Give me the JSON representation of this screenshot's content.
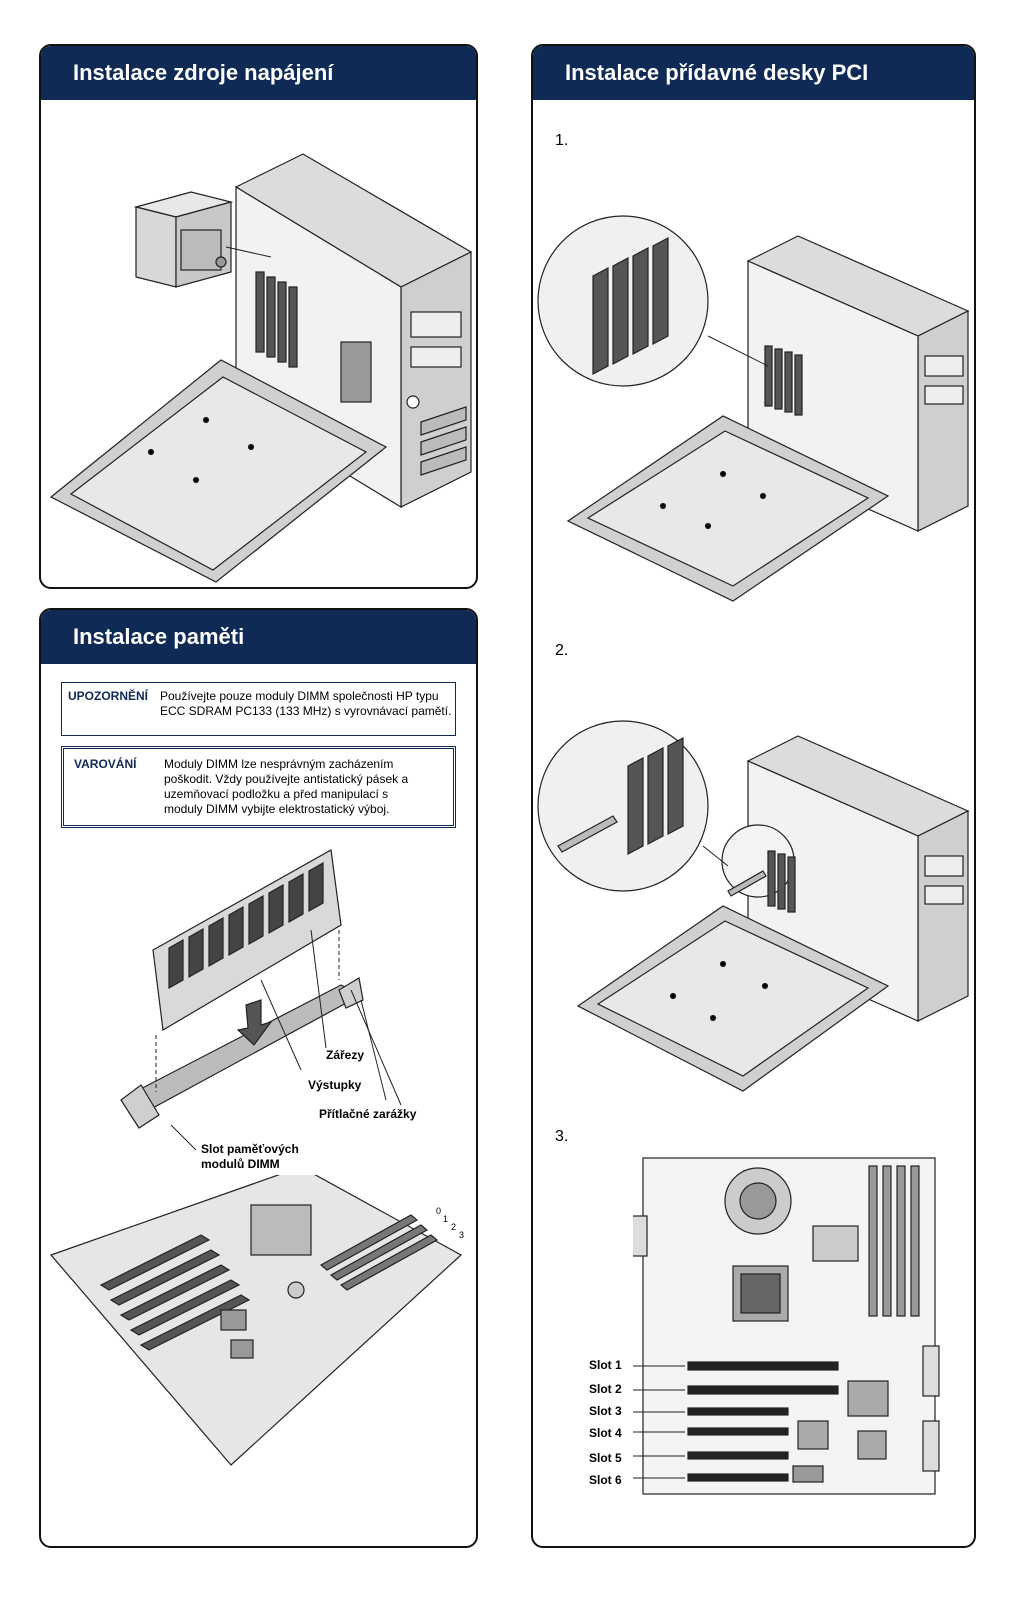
{
  "panels": {
    "psu": {
      "title": "Instalace zdroje napájení"
    },
    "memory": {
      "title": "Instalace paměti",
      "caution": {
        "label": "UPOZORNĚNÍ",
        "text": "Používejte pouze moduly DIMM společnosti HP typu ECC SDRAM PC133 (133 MHz) s vyrovnávací pamětí."
      },
      "warning": {
        "label": "VAROVÁNÍ",
        "text": "Moduly DIMM lze nesprávným zacházením poškodit. Vždy používejte antistatický pásek a uzemňovací podložku a před manipulací s moduly DIMM vybijte elektrostatický výboj."
      },
      "callouts": {
        "notches": "Zářezy",
        "keys": "Výstupky",
        "clips": "Přítlačné zarážky",
        "slot": "Slot paměťových modulů DIMM"
      },
      "board_slot_numbers": [
        "0",
        "1",
        "2",
        "3"
      ]
    },
    "pci": {
      "title": "Instalace přídavné desky PCI",
      "steps": [
        "1.",
        "2.",
        "3."
      ],
      "slots": [
        "Slot 1",
        "Slot 2",
        "Slot 3",
        "Slot 4",
        "Slot 5",
        "Slot 6"
      ]
    }
  }
}
